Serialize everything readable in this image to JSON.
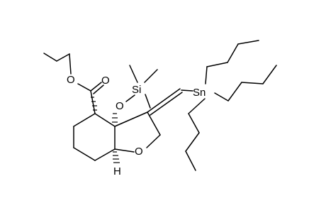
{
  "molecule": {
    "atoms": {
      "ester_ether_oxygen": "O",
      "carbonyl_oxygen": "O",
      "siloxy_oxygen": "O",
      "silicon": "Si",
      "tin": "Sn",
      "ring_oxygen": "O",
      "ring_hydrogen": "H"
    }
  }
}
